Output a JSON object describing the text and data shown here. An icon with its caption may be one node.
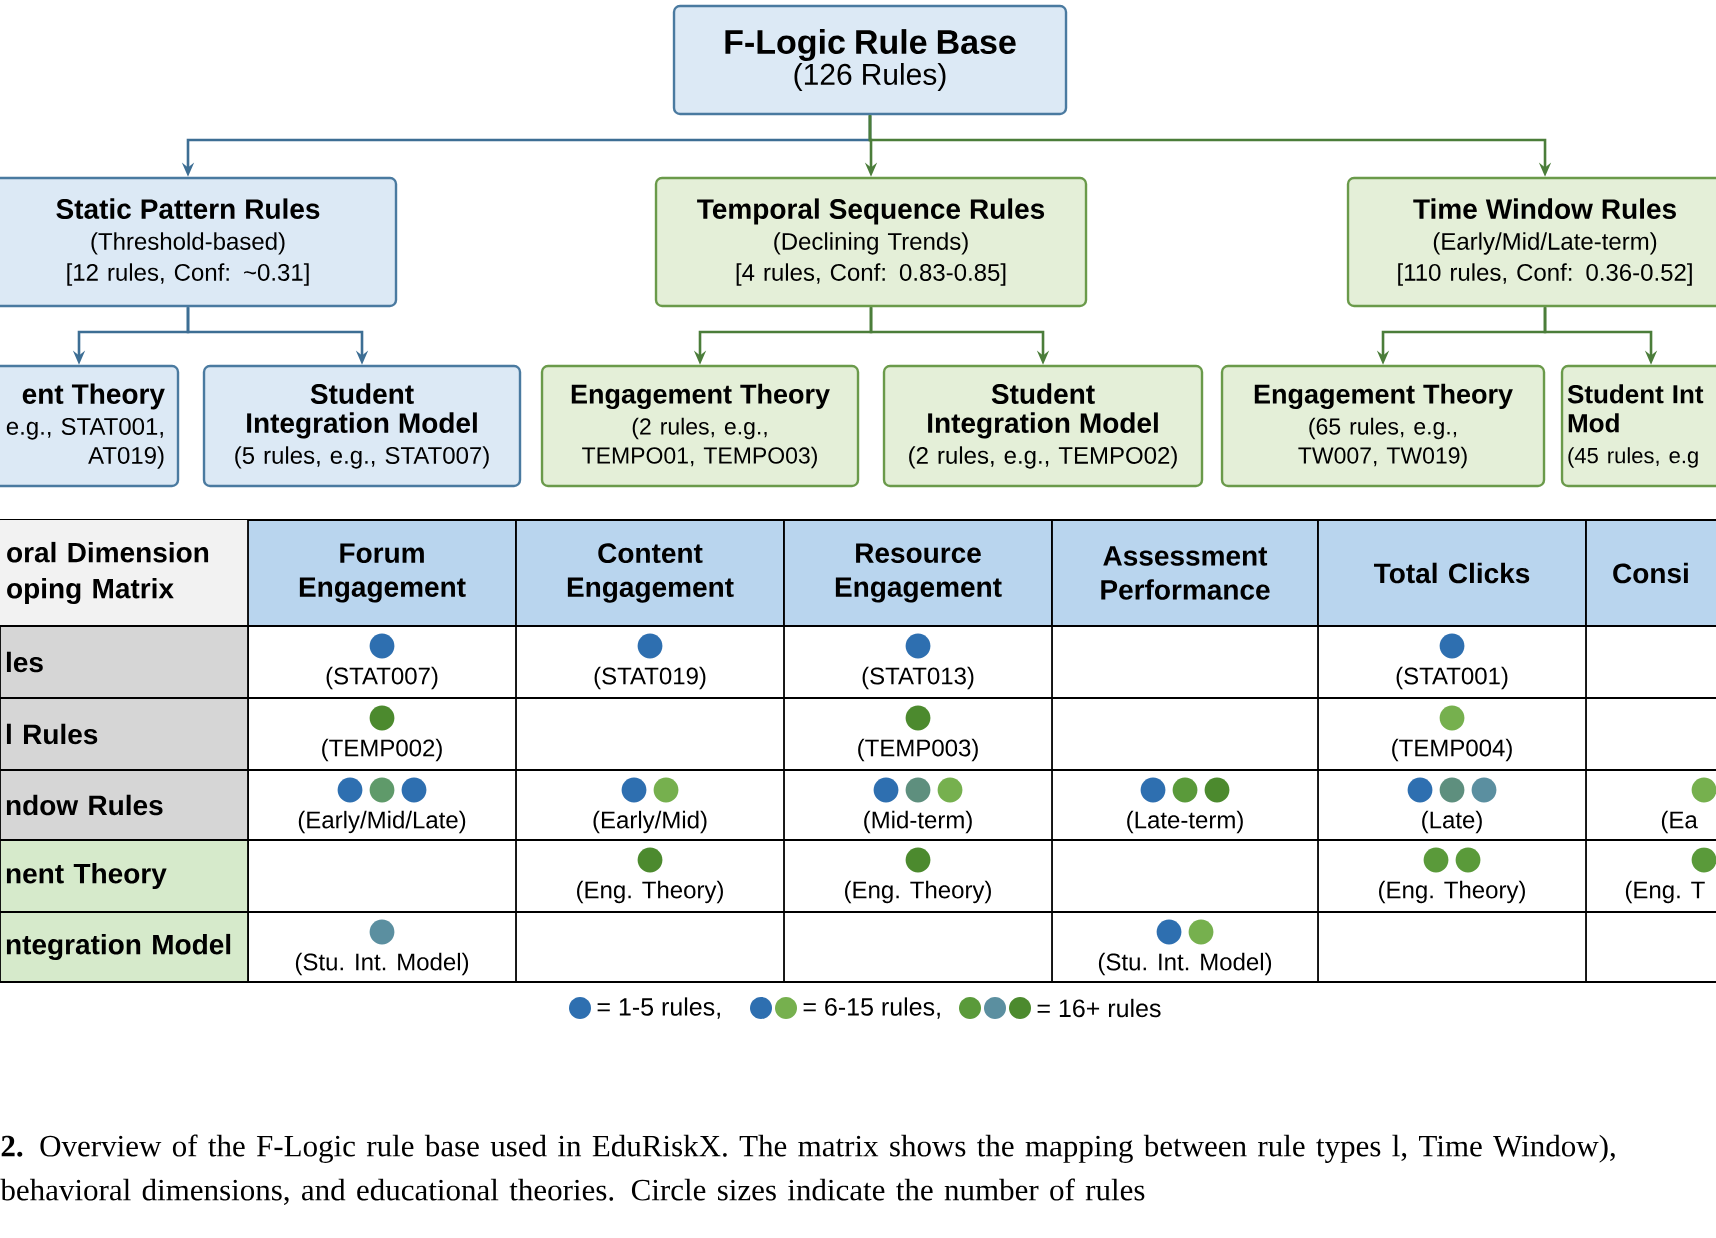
{
  "diagram": {
    "caption": "**2.** Overview of the F-Logic rule base used in EduRiskX. The matrix shows the mapping between rule types l, Time Window), behavioral dimensions, and educational theories. Circle sizes indicate the number of rules",
    "nodes": [
      {
        "text": [
          "F-Logic Rule Base",
          "(126 Rules)"
        ]
      },
      {
        "text": [
          "Static Pattern Rules",
          "(Threshold-based)",
          "[12 rules, Conf: ~0.31]"
        ]
      },
      {
        "text": [
          "Temporal Sequence Rules",
          "(Declining Trends)",
          "[4 rules, Conf: 0.83-0.85]"
        ]
      },
      {
        "text": [
          "Time Window Rules",
          "(Early/Mid/Late-term)",
          "[110 rules, Conf: 0.36-0.52]"
        ]
      },
      {
        "text": [
          "ent Theory",
          "e.g., STAT001, AT019)"
        ]
      },
      {
        "text": [
          "Student Integration Model",
          "(5 rules, e.g., STAT007)"
        ]
      },
      {
        "text": [
          "Engagement Theory",
          "(2 rules, e.g., TEMPO01, TEMPO03)"
        ]
      },
      {
        "text": [
          "Student Integration Model",
          "(2 rules, e.g., TEMPO02)"
        ]
      },
      {
        "text": [
          "Engagement Theory",
          "(65 rules, e.g., TW007, TW019)"
        ]
      },
      {
        "text": [
          "Student Int Mod",
          "(45 rules, e.g"
        ]
      }
    ],
    "edges": [
      {
        "from": 0,
        "to": 1,
        "arrow": "to",
        "color": "#3d6e94"
      },
      {
        "from": 0,
        "to": 2,
        "arrow": "to"
      },
      {
        "from": 0,
        "to": 3,
        "arrow": "to"
      },
      {
        "from": 1,
        "to": 4,
        "arrow": "to",
        "color": "#3d6e94"
      },
      {
        "from": 1,
        "to": 5,
        "arrow": "to",
        "color": "#3d6e94"
      },
      {
        "from": 2,
        "to": 6,
        "arrow": "to"
      },
      {
        "from": 2,
        "to": 7,
        "arrow": "to"
      },
      {
        "from": 3,
        "to": 8,
        "arrow": "to"
      },
      {
        "from": 3,
        "to": 9,
        "arrow": "to"
      }
    ],
    "labels": [
      "oral Dimension oping Matrix",
      "Forum Engagement",
      "Content Engagement",
      "Resource Engagement",
      "Assessment Performance",
      "Total Clicks",
      "Consi",
      "les",
      "(STAT007)",
      "(STAT019)",
      "(STAT013)",
      "(STAT001)",
      "l Rules",
      "(TEMP002)",
      "(TEMP003)",
      "(TEMP004)",
      "ndow Rules",
      "(Early/Mid/Late)",
      "(Early/Mid)",
      "(Mid-term)",
      "(Late-term)",
      "(Late)",
      "(Ea",
      "nent Theory",
      "(Eng. Theory)",
      "(Eng. Theory)",
      "(Eng. Theory)",
      "(Eng. T",
      "ntegration Model",
      "(Stu. Int. Model)",
      "(Stu. Int. Model)"
    ],
    "legend": [
      {
        "text": "= 1-5 rules,"
      },
      {
        "text": "= 6-15 rules,"
      },
      {
        "text": "= 16+ rules"
      }
    ]
  }
}
